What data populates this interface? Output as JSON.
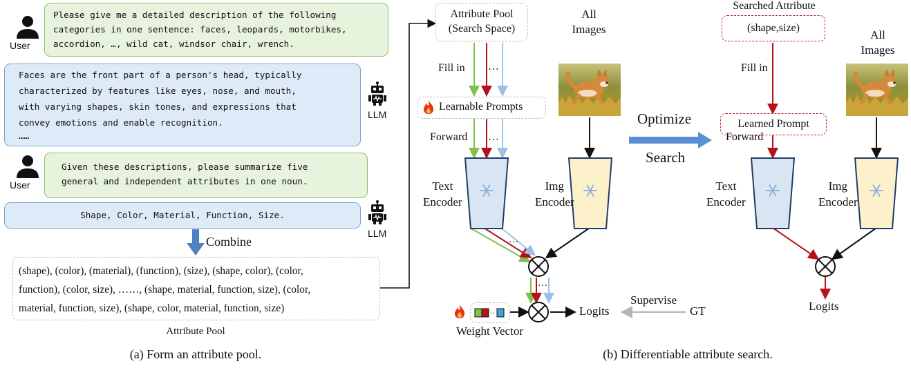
{
  "panel_a": {
    "user_label": "User",
    "llm_label": "LLM",
    "prompt1_lines": [
      "Please give me a detailed description of the following",
      "categories in one sentence: faces, leopards, motorbikes,",
      "accordion, …, wild cat, windsor chair, wrench."
    ],
    "response1_lines": [
      "Faces are the front part of a person's head, typically",
      "characterized by features like eyes, nose, and mouth,",
      "with varying shapes, skin tones, and expressions that",
      "convey emotions and enable recognition.",
      "……"
    ],
    "prompt2_lines": [
      "Given these descriptions, please summarize five",
      "general and independent attributes in one noun."
    ],
    "response2": "Shape, Color, Material, Function, Size.",
    "combine_label": "Combine",
    "pool_lines": [
      "(shape), (color), (material), (function), (size), (shape, color), (color,",
      "function), (color, size), ……, (shape, material, function, size), (color,",
      "material, function, size), (shape, color, material, function, size)"
    ],
    "pool_caption": "Attribute Pool",
    "caption": "(a) Form an attribute pool."
  },
  "panel_b": {
    "attr_pool_line1": "Attribute Pool",
    "attr_pool_line2": "(Search Space)",
    "fill_in": "Fill in",
    "dots": "…",
    "learnable_prompts": "Learnable Prompts",
    "forward": "Forward",
    "all_images_line1": "All",
    "all_images_line2": "Images",
    "text_encoder_line1": "Text",
    "text_encoder_line2": "Encoder",
    "img_encoder_line1": "Img",
    "img_encoder_line2": "Encoder",
    "optimize": "Optimize",
    "search": "Search",
    "searched_attribute": "Searched Attribute",
    "searched_value": "(shape,size)",
    "learned_prompt": "Learned Prompt",
    "logits": "Logits",
    "supervise": "Supervise",
    "gt": "GT",
    "weight_vector": "Weight Vector",
    "caption": "(b) Differentiable attribute search."
  },
  "colors": {
    "green_arrow": "#7dc24b",
    "red_arrow": "#b5121b",
    "blue_arrow": "#9bc2e6",
    "text_encoder_fill": "#dae5f3",
    "img_encoder_fill": "#fdf1cc",
    "optimize_arrow": "#5a8fd3"
  }
}
